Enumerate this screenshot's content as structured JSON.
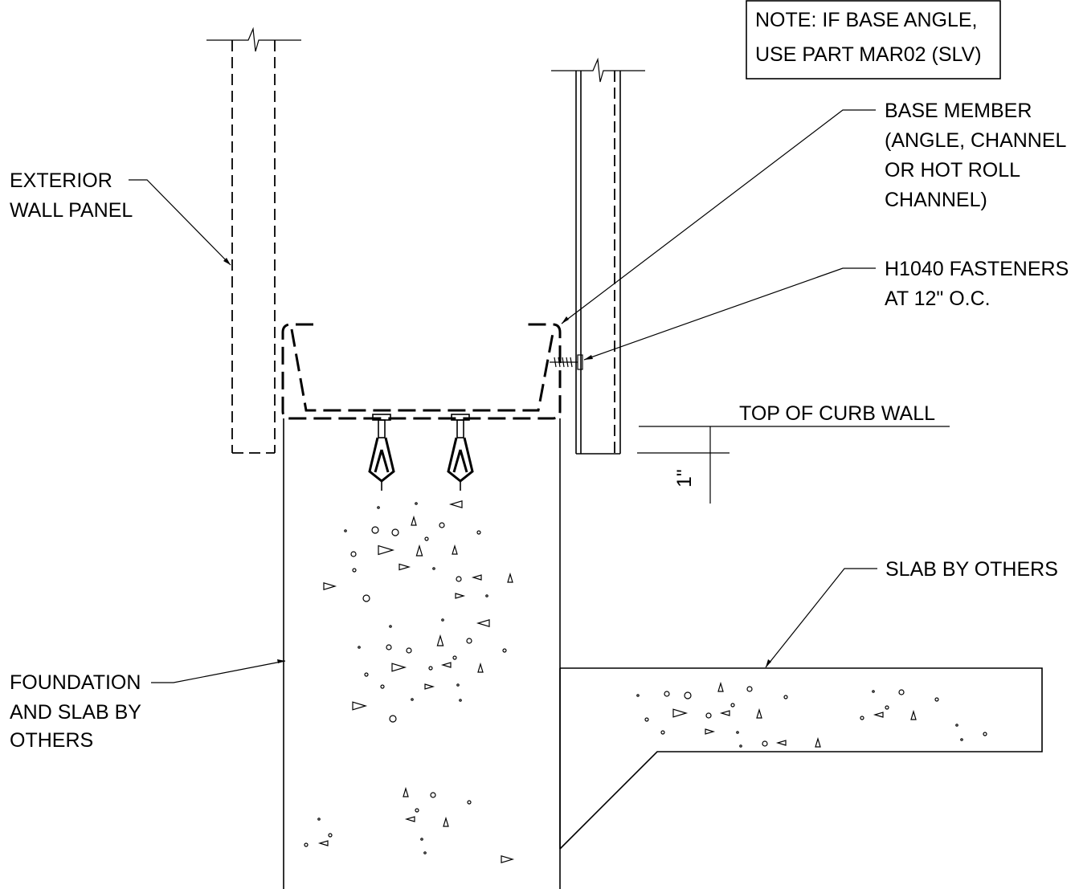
{
  "labels": {
    "note_line1": "NOTE: IF BASE ANGLE,",
    "note_line2": "USE PART MAR02 (SLV)",
    "base_member_line1": "BASE MEMBER",
    "base_member_line2": "(ANGLE, CHANNEL",
    "base_member_line3": "OR HOT ROLL",
    "base_member_line4": "CHANNEL)",
    "fasteners_line1": "H1040  FASTENERS",
    "fasteners_line2": "AT 12\" O.C.",
    "exterior_line1": "EXTERIOR",
    "exterior_line2": "WALL PANEL",
    "top_of_curb": "TOP OF CURB WALL",
    "dimension": "1\"",
    "slab_by_others": "SLAB BY OTHERS",
    "foundation_line1": "FOUNDATION",
    "foundation_line2": "AND SLAB BY",
    "foundation_line3": "OTHERS"
  }
}
